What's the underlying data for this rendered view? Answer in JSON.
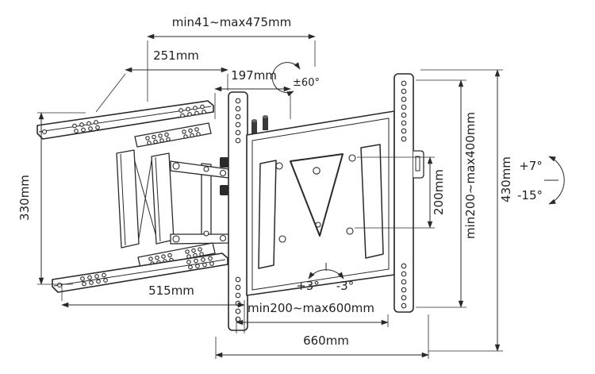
{
  "diagram": {
    "labels": {
      "depth_range": "min41~max475mm",
      "arm_length_1": "251mm",
      "arm_length_2": "197mm",
      "swivel_angle": "±60°",
      "bracket_height": "330mm",
      "bracket_width": "515mm",
      "level_adjust_plus": "+3°",
      "level_adjust_minus": "-3°",
      "vesa_width_range": "min200~max600mm",
      "overall_width": "660mm",
      "hole_spacing": "200mm",
      "vesa_height_range": "min200~max400mm",
      "overall_height": "430mm",
      "tilt_up": "+7°",
      "tilt_down": "-15°"
    },
    "colors": {
      "line": "#2a2a2a",
      "background": "#ffffff"
    }
  }
}
